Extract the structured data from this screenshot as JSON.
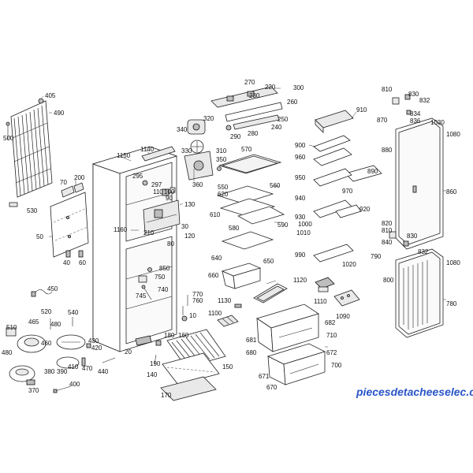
{
  "watermark": {
    "text": "piecesdetacheeselec.com",
    "color": "#2a55c8"
  },
  "labels": {
    "405": "405",
    "490": "490",
    "500": "500",
    "530": "530",
    "70": "70",
    "200": "200",
    "50": "50",
    "40": "40",
    "60": "60",
    "450": "450",
    "1150": "1150",
    "1140": "1140",
    "295": "295",
    "297": "297",
    "110": "110",
    "100": "100",
    "90": "90",
    "130": "130",
    "30": "30",
    "120": "120",
    "210": "210",
    "80": "80",
    "1160": "1160",
    "850": "850",
    "750": "750",
    "745": "745",
    "740": "740",
    "770": "770",
    "760": "760",
    "10": "10",
    "20": "20",
    "270": "270",
    "220": "220",
    "300": "300",
    "230": "230",
    "260": "260",
    "250": "250",
    "240": "240",
    "280": "280",
    "290": "290",
    "320": "320",
    "340": "340",
    "330": "330",
    "310": "310",
    "350": "350",
    "360": "360",
    "570": "570",
    "560": "560",
    "550": "550",
    "620": "620",
    "610": "610",
    "580": "580",
    "590": "590",
    "640": "640",
    "650": "650",
    "660": "660",
    "1120": "1120",
    "1130": "1130",
    "1100": "1100",
    "682": "682",
    "681": "681",
    "710": "710",
    "680": "680",
    "672": "672",
    "700": "700",
    "671": "671",
    "670": "670",
    "910": "910",
    "900": "900",
    "960": "960",
    "890": "890",
    "950": "950",
    "970": "970",
    "940": "940",
    "920": "920",
    "930": "930",
    "1000": "1000",
    "1010": "1010",
    "990": "990",
    "1020": "1020",
    "1110": "1110",
    "1090": "1090",
    "810": "810",
    "830": "830",
    "832": "832",
    "834": "834",
    "836": "836",
    "870": "870",
    "1030": "1030",
    "880": "880",
    "1080": "1080",
    "860": "860",
    "820": "820",
    "840": "840",
    "830b": "830",
    "832b": "832",
    "790": "790",
    "800": "800",
    "1080b": "1080",
    "780": "780",
    "510": "510",
    "520": "520",
    "465": "465",
    "480": "480",
    "540": "540",
    "460": "460",
    "430": "430",
    "420": "420",
    "480b": "480",
    "380": "380",
    "390": "390",
    "410": "410",
    "470": "470",
    "440": "440",
    "370": "370",
    "400": "400",
    "180": "180",
    "160": "160",
    "190": "190",
    "140": "140",
    "150": "150",
    "170": "170"
  }
}
